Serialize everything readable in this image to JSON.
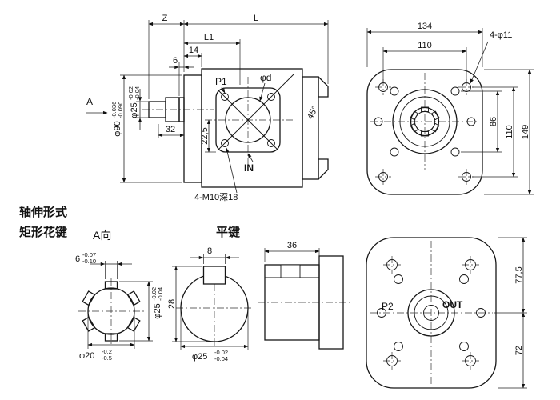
{
  "colors": {
    "line": "#161616",
    "background": "#ffffff"
  },
  "side": {
    "z": "Z",
    "l": "L",
    "l1": "L1",
    "d14": "14",
    "d6": "6",
    "a": "A",
    "d32": "32",
    "d225": "22,5",
    "phi90": "φ90",
    "phi90u": "-0.036",
    "phi90l": "-0.090",
    "phi25": "φ25",
    "phi25u": "-0.02",
    "phi25l": "-0.04",
    "p1": "P1",
    "phid": "φd",
    "deg45": "45°",
    "in": "IN",
    "m10": "4-M10深18"
  },
  "front": {
    "d134": "134",
    "d110t": "110",
    "phi11": "4-φ11",
    "d86": "86",
    "d110s": "110",
    "d149": "149"
  },
  "titles": {
    "shaft1": "轴伸形式",
    "shaft2": "矩形花键",
    "viewA": "A向",
    "flatkey": "平键"
  },
  "spline": {
    "d6": "6",
    "d6u": "-0.07",
    "d6l": "-0.10",
    "phi25": "φ25",
    "phi25u": "-0.02",
    "phi25l": "-0.04",
    "phi20": "φ20",
    "phi20u": "-0.2",
    "phi20l": "-0.5"
  },
  "key": {
    "d8": "8",
    "d28": "28",
    "phi25": "φ25",
    "phi25u": "-0.02",
    "phi25l": "-0.04",
    "d36": "36"
  },
  "rear": {
    "p2": "P2",
    "out": "OUT",
    "d775": "77,5",
    "d72": "72"
  }
}
